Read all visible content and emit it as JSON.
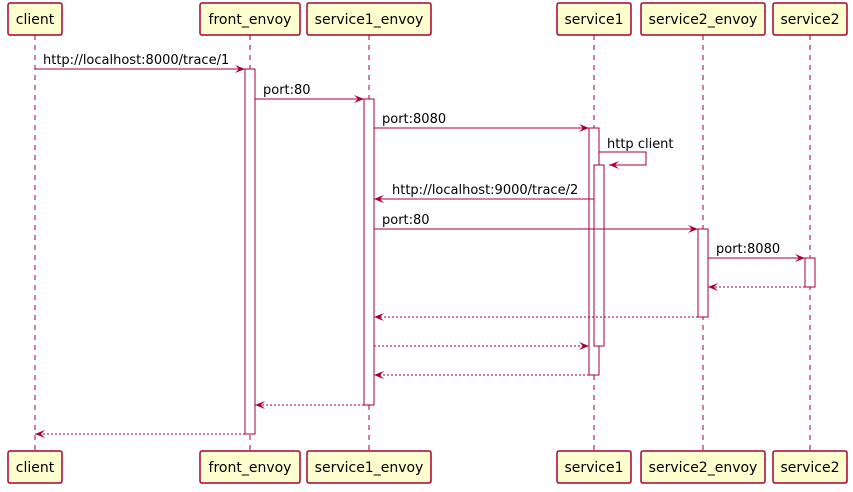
{
  "colors": {
    "actor_fill": "#FEFECE",
    "line": "#A80036",
    "activation_fill": "#FFFFFF",
    "text": "#000000"
  },
  "participants": [
    {
      "id": "client",
      "label": "client"
    },
    {
      "id": "front_envoy",
      "label": "front_envoy"
    },
    {
      "id": "service1_envoy",
      "label": "service1_envoy"
    },
    {
      "id": "service1",
      "label": "service1"
    },
    {
      "id": "service2_envoy",
      "label": "service2_envoy"
    },
    {
      "id": "service2",
      "label": "service2"
    }
  ],
  "messages": [
    {
      "from": "client",
      "to": "front_envoy",
      "label": "http://localhost:8000/trace/1",
      "style": "solid"
    },
    {
      "from": "front_envoy",
      "to": "service1_envoy",
      "label": "port:80",
      "style": "solid"
    },
    {
      "from": "service1_envoy",
      "to": "service1",
      "label": "port:8080",
      "style": "solid"
    },
    {
      "from": "service1",
      "to": "service1",
      "label": "http client",
      "style": "solid"
    },
    {
      "from": "service1",
      "to": "service1_envoy",
      "label": "http://localhost:9000/trace/2",
      "style": "solid"
    },
    {
      "from": "service1_envoy",
      "to": "service2_envoy",
      "label": "port:80",
      "style": "solid"
    },
    {
      "from": "service2_envoy",
      "to": "service2",
      "label": "port:8080",
      "style": "solid"
    },
    {
      "from": "service2",
      "to": "service2_envoy",
      "label": "",
      "style": "dashed"
    },
    {
      "from": "service2_envoy",
      "to": "service1_envoy",
      "label": "",
      "style": "dashed"
    },
    {
      "from": "service1_envoy",
      "to": "service1",
      "label": "",
      "style": "dashed"
    },
    {
      "from": "service1",
      "to": "service1_envoy",
      "label": "",
      "style": "dashed"
    },
    {
      "from": "service1_envoy",
      "to": "front_envoy",
      "label": "",
      "style": "dashed"
    },
    {
      "from": "front_envoy",
      "to": "client",
      "label": "",
      "style": "dashed"
    }
  ]
}
